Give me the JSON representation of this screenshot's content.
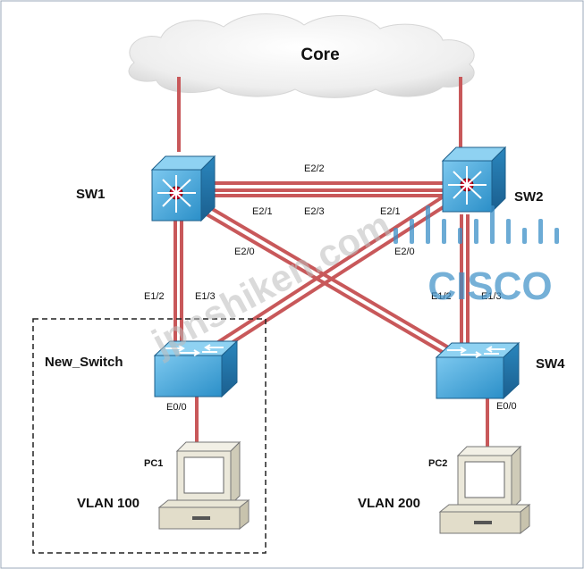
{
  "title": "Core",
  "devices": {
    "sw1": "SW1",
    "sw2": "SW2",
    "new_switch": "New_Switch",
    "sw4": "SW4",
    "pc1": "PC1",
    "pc2": "PC2"
  },
  "vlans": {
    "left": "VLAN 100",
    "right": "VLAN 200"
  },
  "ports": {
    "sw1_sw2_top": "E2/2",
    "e21_left": "E2/1",
    "e23": "E2/3",
    "e21_right": "E2/1",
    "e20_left": "E2/0",
    "e20_right": "E2/0",
    "e12_left": "E1/2",
    "e13_left": "E1/3",
    "e12_right": "E1/2",
    "e13_right": "E1/3",
    "e00_left": "E0/0",
    "e00_right": "E0/0"
  },
  "watermark": {
    "site": "jpnshiken.com",
    "brand": "CISCO",
    "brand_color": "#3b8fc7"
  },
  "colors": {
    "link": "#c8585a",
    "switch": "#3aa0d6",
    "box_dash": "#222222"
  },
  "icons": [
    "cloud-icon",
    "multilayer-switch-icon",
    "switch-icon",
    "pc-icon"
  ]
}
